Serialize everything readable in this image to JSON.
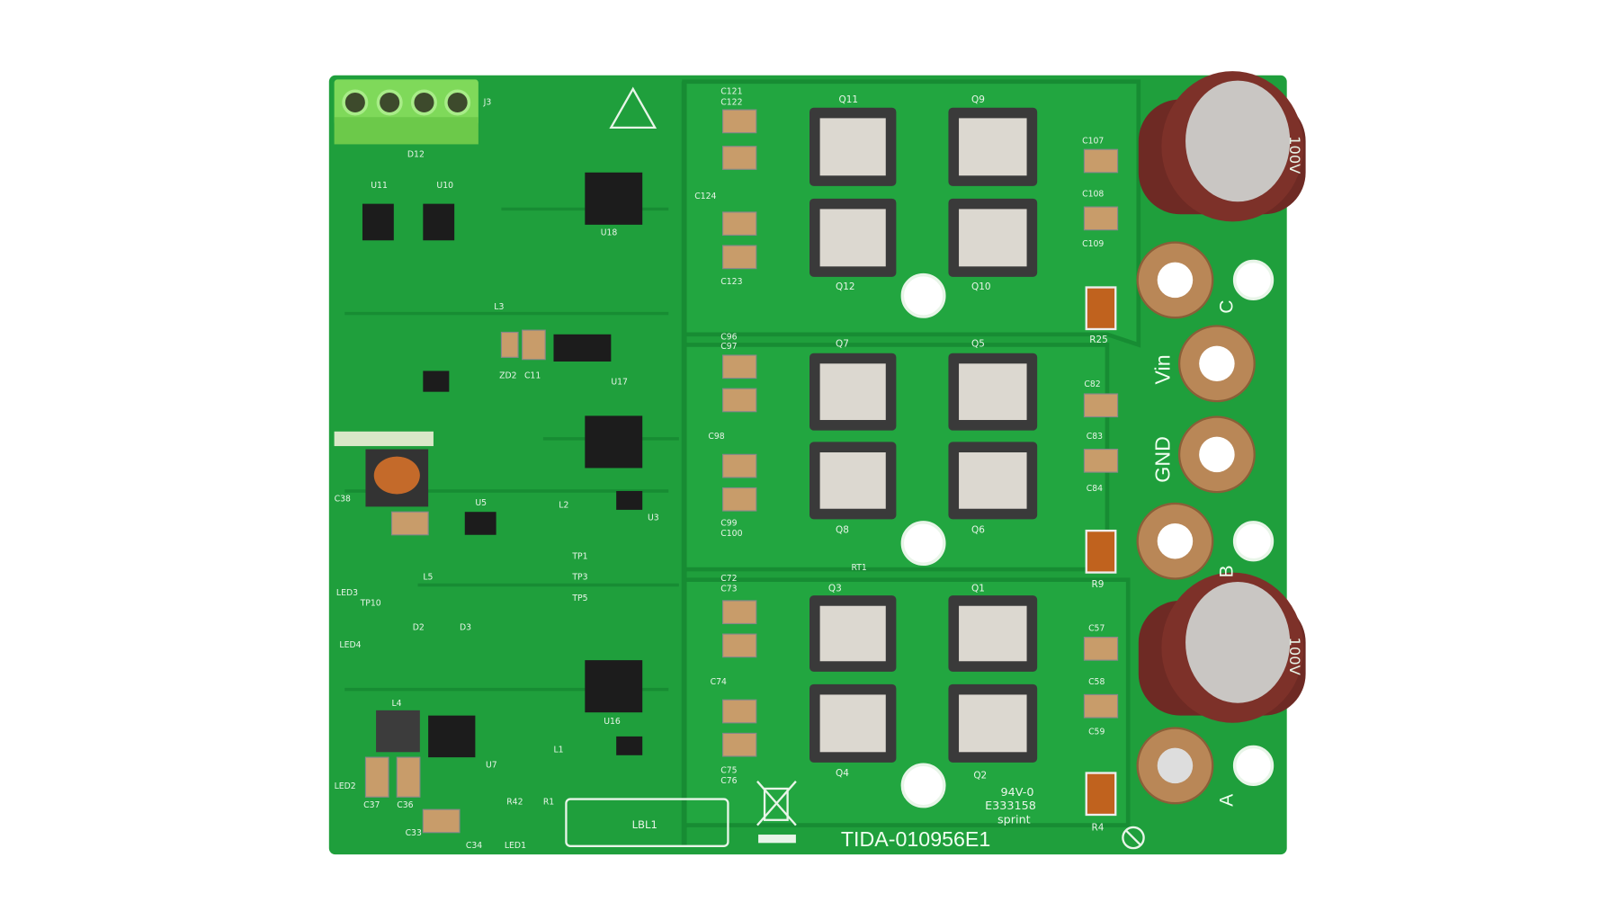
{
  "board": {
    "part_number": "TIDA-010956E1",
    "colors": {
      "pcb": "#1f9f3c",
      "trace": "#178c33",
      "terminal_block": "#7fd95a",
      "capacitor": "#6e2a24",
      "brass": "#b98757"
    },
    "power_labels": {
      "vin": "Vin",
      "gnd": "GND",
      "phase_a": "A",
      "phase_b": "B",
      "phase_c": "C"
    },
    "certification": {
      "rating": "94V-0",
      "file": "E333158",
      "maker": "sprint"
    },
    "label_area": "LBL1",
    "cap_marking": "100V",
    "mosfets": [
      "Q11",
      "Q9",
      "Q12",
      "Q10",
      "Q7",
      "Q5",
      "Q8",
      "Q6",
      "Q3",
      "Q1",
      "Q4",
      "Q2"
    ],
    "shunts": [
      "R25",
      "R9",
      "R4"
    ],
    "silk_labels": [
      "J3",
      "D12",
      "U11",
      "U10",
      "U18",
      "U17",
      "U16",
      "U5",
      "U3",
      "U7",
      "ZD2",
      "C11",
      "L3",
      "L2",
      "L1",
      "L4",
      "L5",
      "TP10",
      "TP1",
      "TP3",
      "TP5",
      "LED1",
      "LED2",
      "LED3",
      "LED4",
      "D2",
      "D3",
      "RT1",
      "C107",
      "C108",
      "C109",
      "C82",
      "C83",
      "C84",
      "C57",
      "C58",
      "C59",
      "C121",
      "C122",
      "C124",
      "C123",
      "C96",
      "C97",
      "C98",
      "C99",
      "C100",
      "C72",
      "C73",
      "C74",
      "C75",
      "C76",
      "C33",
      "C34",
      "C36",
      "C37",
      "C38",
      "R42",
      "R1"
    ]
  }
}
